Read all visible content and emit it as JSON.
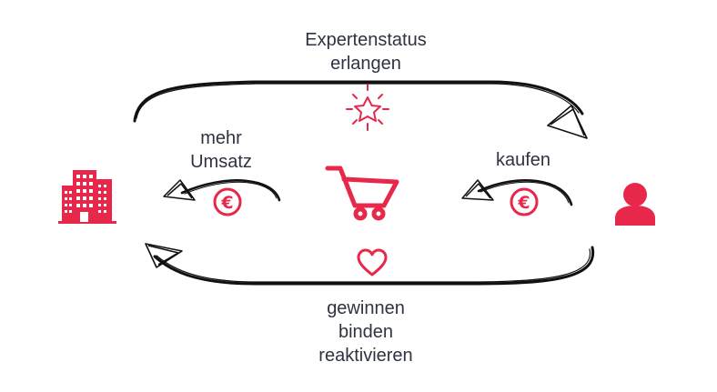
{
  "labels": {
    "top": [
      "Expertenstatus",
      "erlangen"
    ],
    "left": [
      "mehr",
      "Umsatz"
    ],
    "right": [
      "kaufen"
    ],
    "bottom": [
      "gewinnen",
      "binden",
      "reaktivieren"
    ]
  },
  "icons": {
    "company": "office-building-icon",
    "customer": "person-icon",
    "cart": "shopping-cart-icon",
    "star": "sparkling-star-icon",
    "heart": "heart-icon",
    "euro": "euro-coin-icon"
  },
  "colors": {
    "accent": "#e8284a",
    "ink": "#111111",
    "text": "#2e3340"
  }
}
